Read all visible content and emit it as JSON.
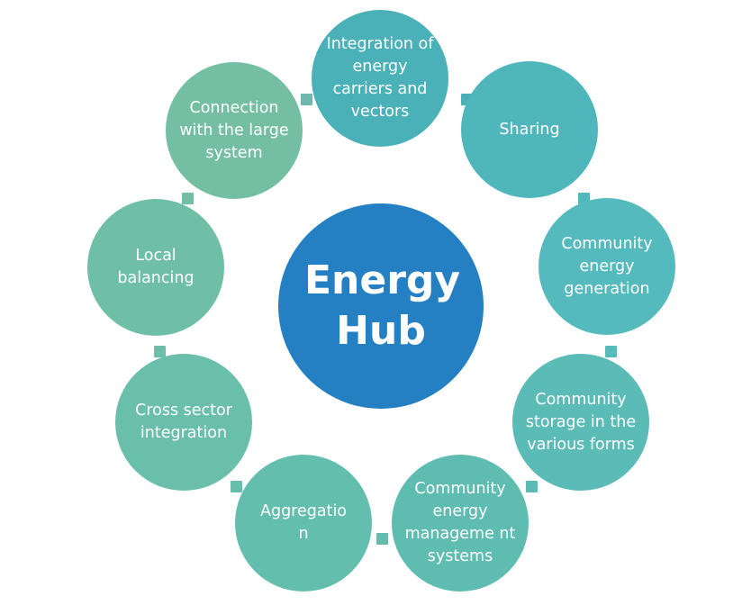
{
  "hub": {
    "label": "Energy Hub",
    "color": "#2580c3"
  },
  "nodes": [
    {
      "id": "integration-of-energy-carriers",
      "label": "Integration of energy carriers and vectors",
      "color": "#4ab1b9"
    },
    {
      "id": "sharing",
      "label": "Sharing",
      "color": "#4fb6bc"
    },
    {
      "id": "community-energy-generation",
      "label": "Community energy generation",
      "color": "#55babd"
    },
    {
      "id": "community-storage",
      "label": "Community storage in the various forms",
      "color": "#5abbb7"
    },
    {
      "id": "community-energy-management",
      "label": "Community energy manageme nt systems",
      "color": "#5fbcb1"
    },
    {
      "id": "aggregation",
      "label": "Aggregatio n",
      "color": "#64bead"
    },
    {
      "id": "cross-sector-integration",
      "label": "Cross sector integration",
      "color": "#69bfa9"
    },
    {
      "id": "local-balancing",
      "label": "Local balancing",
      "color": "#6ebfa6"
    },
    {
      "id": "connection-with-large-system",
      "label": "Connection with the large system",
      "color": "#74bfa3"
    }
  ],
  "connector_colors": [
    "#4ab1b9",
    "#52b8bd",
    "#57babb",
    "#5cbcb5",
    "#62bdaf",
    "#66beab",
    "#6bbfa8",
    "#71bfa5",
    "#6db9ae"
  ]
}
